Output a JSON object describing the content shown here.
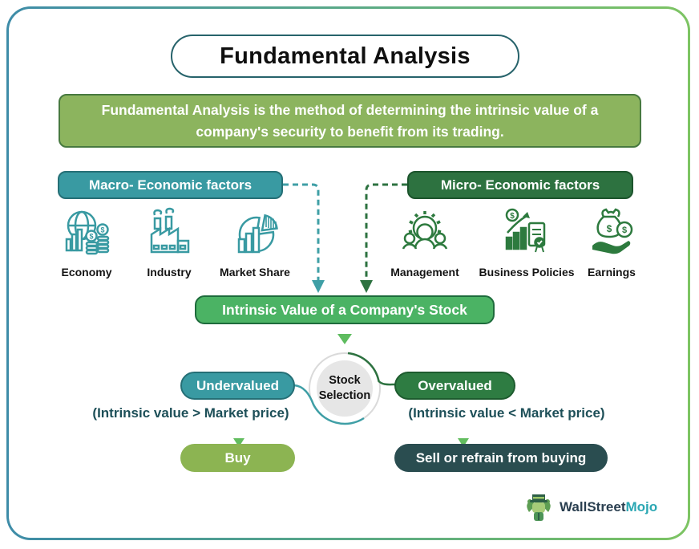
{
  "title": "Fundamental Analysis",
  "description": "Fundamental Analysis is the method of determining the intrinsic value of a company's security to benefit from its trading.",
  "macro": {
    "label": "Macro- Economic factors",
    "items": [
      {
        "label": "Economy",
        "icon": "economy-icon"
      },
      {
        "label": "Industry",
        "icon": "industry-icon"
      },
      {
        "label": "Market Share",
        "icon": "market-share-icon"
      }
    ]
  },
  "micro": {
    "label": "Micro- Economic factors",
    "items": [
      {
        "label": "Management",
        "icon": "management-icon"
      },
      {
        "label": "Business Policies",
        "icon": "business-policies-icon"
      },
      {
        "label": "Earnings",
        "icon": "earnings-icon"
      }
    ]
  },
  "intrinsic_label": "Intrinsic Value of a Company's Stock",
  "stock_selection_label": "Stock Selection",
  "undervalued": {
    "label": "Undervalued",
    "condition": "(Intrinsic value > Market price)",
    "action": "Buy"
  },
  "overvalued": {
    "label": "Overvalued",
    "condition": "(Intrinsic value < Market price)",
    "action": "Sell or refrain from buying"
  },
  "brand": {
    "name_primary": "WallStreet",
    "name_secondary": "Mojo",
    "icon": "wallstreetmojo-mascot-icon"
  },
  "colors": {
    "teal": "#399aa2",
    "dark_green": "#2d7240",
    "bright_green": "#4bb364",
    "olive_green": "#8cb45e",
    "buy_green": "#8cb452",
    "sell_slate": "#2a4d50",
    "condition_text": "#1d4f58",
    "frame_gradient_start": "#3e8ca8",
    "frame_gradient_end": "#7dc463"
  }
}
